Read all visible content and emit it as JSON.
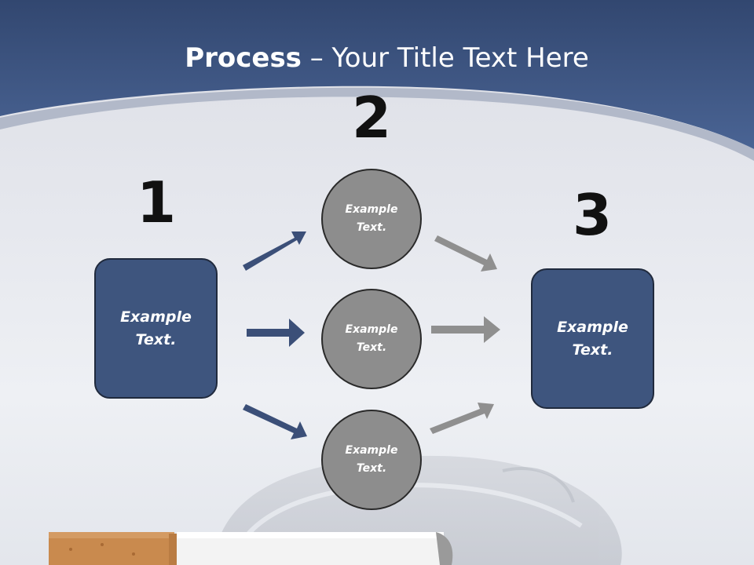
{
  "title": {
    "bold": "Process",
    "rest": " – Your Title Text Here"
  },
  "steps": [
    {
      "number": "1",
      "text": "Example Text."
    },
    {
      "number": "2",
      "items": [
        {
          "text": "Example Text."
        },
        {
          "text": "Example Text."
        },
        {
          "text": "Example Text."
        }
      ]
    },
    {
      "number": "3",
      "text": "Example Text."
    }
  ],
  "colors": {
    "header": "#3f5883",
    "box_fill": "#3e557e",
    "circle_fill": "#8d8d8d",
    "arrow_blue": "#3b4f78",
    "arrow_gray": "#8f8f8f"
  }
}
